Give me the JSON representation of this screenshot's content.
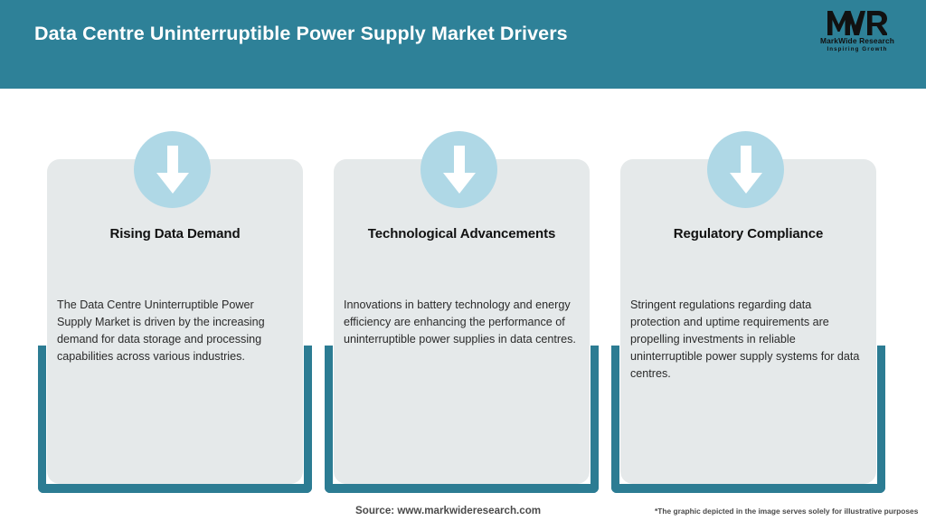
{
  "header": {
    "title": "Data Centre Uninterruptible Power Supply Market Drivers",
    "background_color": "#2E8198",
    "title_color": "#FFFFFF"
  },
  "logo": {
    "mark": "MWR",
    "name": "MarkWide Research",
    "tagline": "Inspiring Growth"
  },
  "theme": {
    "teal": "#2C7C93",
    "panel_bg": "#E5E9EA",
    "circle_blue": "#AFD8E6",
    "arrow_white": "#FFFFFF"
  },
  "cards": [
    {
      "icon": "down-arrow-icon",
      "title": "Rising Data Demand",
      "body": "The Data Centre Uninterruptible Power Supply Market is driven by the increasing demand for data storage and processing capabilities across various industries."
    },
    {
      "icon": "down-arrow-icon",
      "title": "Technological Advancements",
      "body": "Innovations in battery technology and energy efficiency are enhancing the performance of uninterruptible power supplies in data centres."
    },
    {
      "icon": "down-arrow-icon",
      "title": "Regulatory Compliance",
      "body": "Stringent regulations regarding data protection and uptime requirements are propelling investments in reliable uninterruptible power supply systems for data centres."
    }
  ],
  "footer": {
    "source": "Source: www.markwideresearch.com",
    "note": "*The graphic depicted in the image serves solely for illustrative purposes"
  }
}
